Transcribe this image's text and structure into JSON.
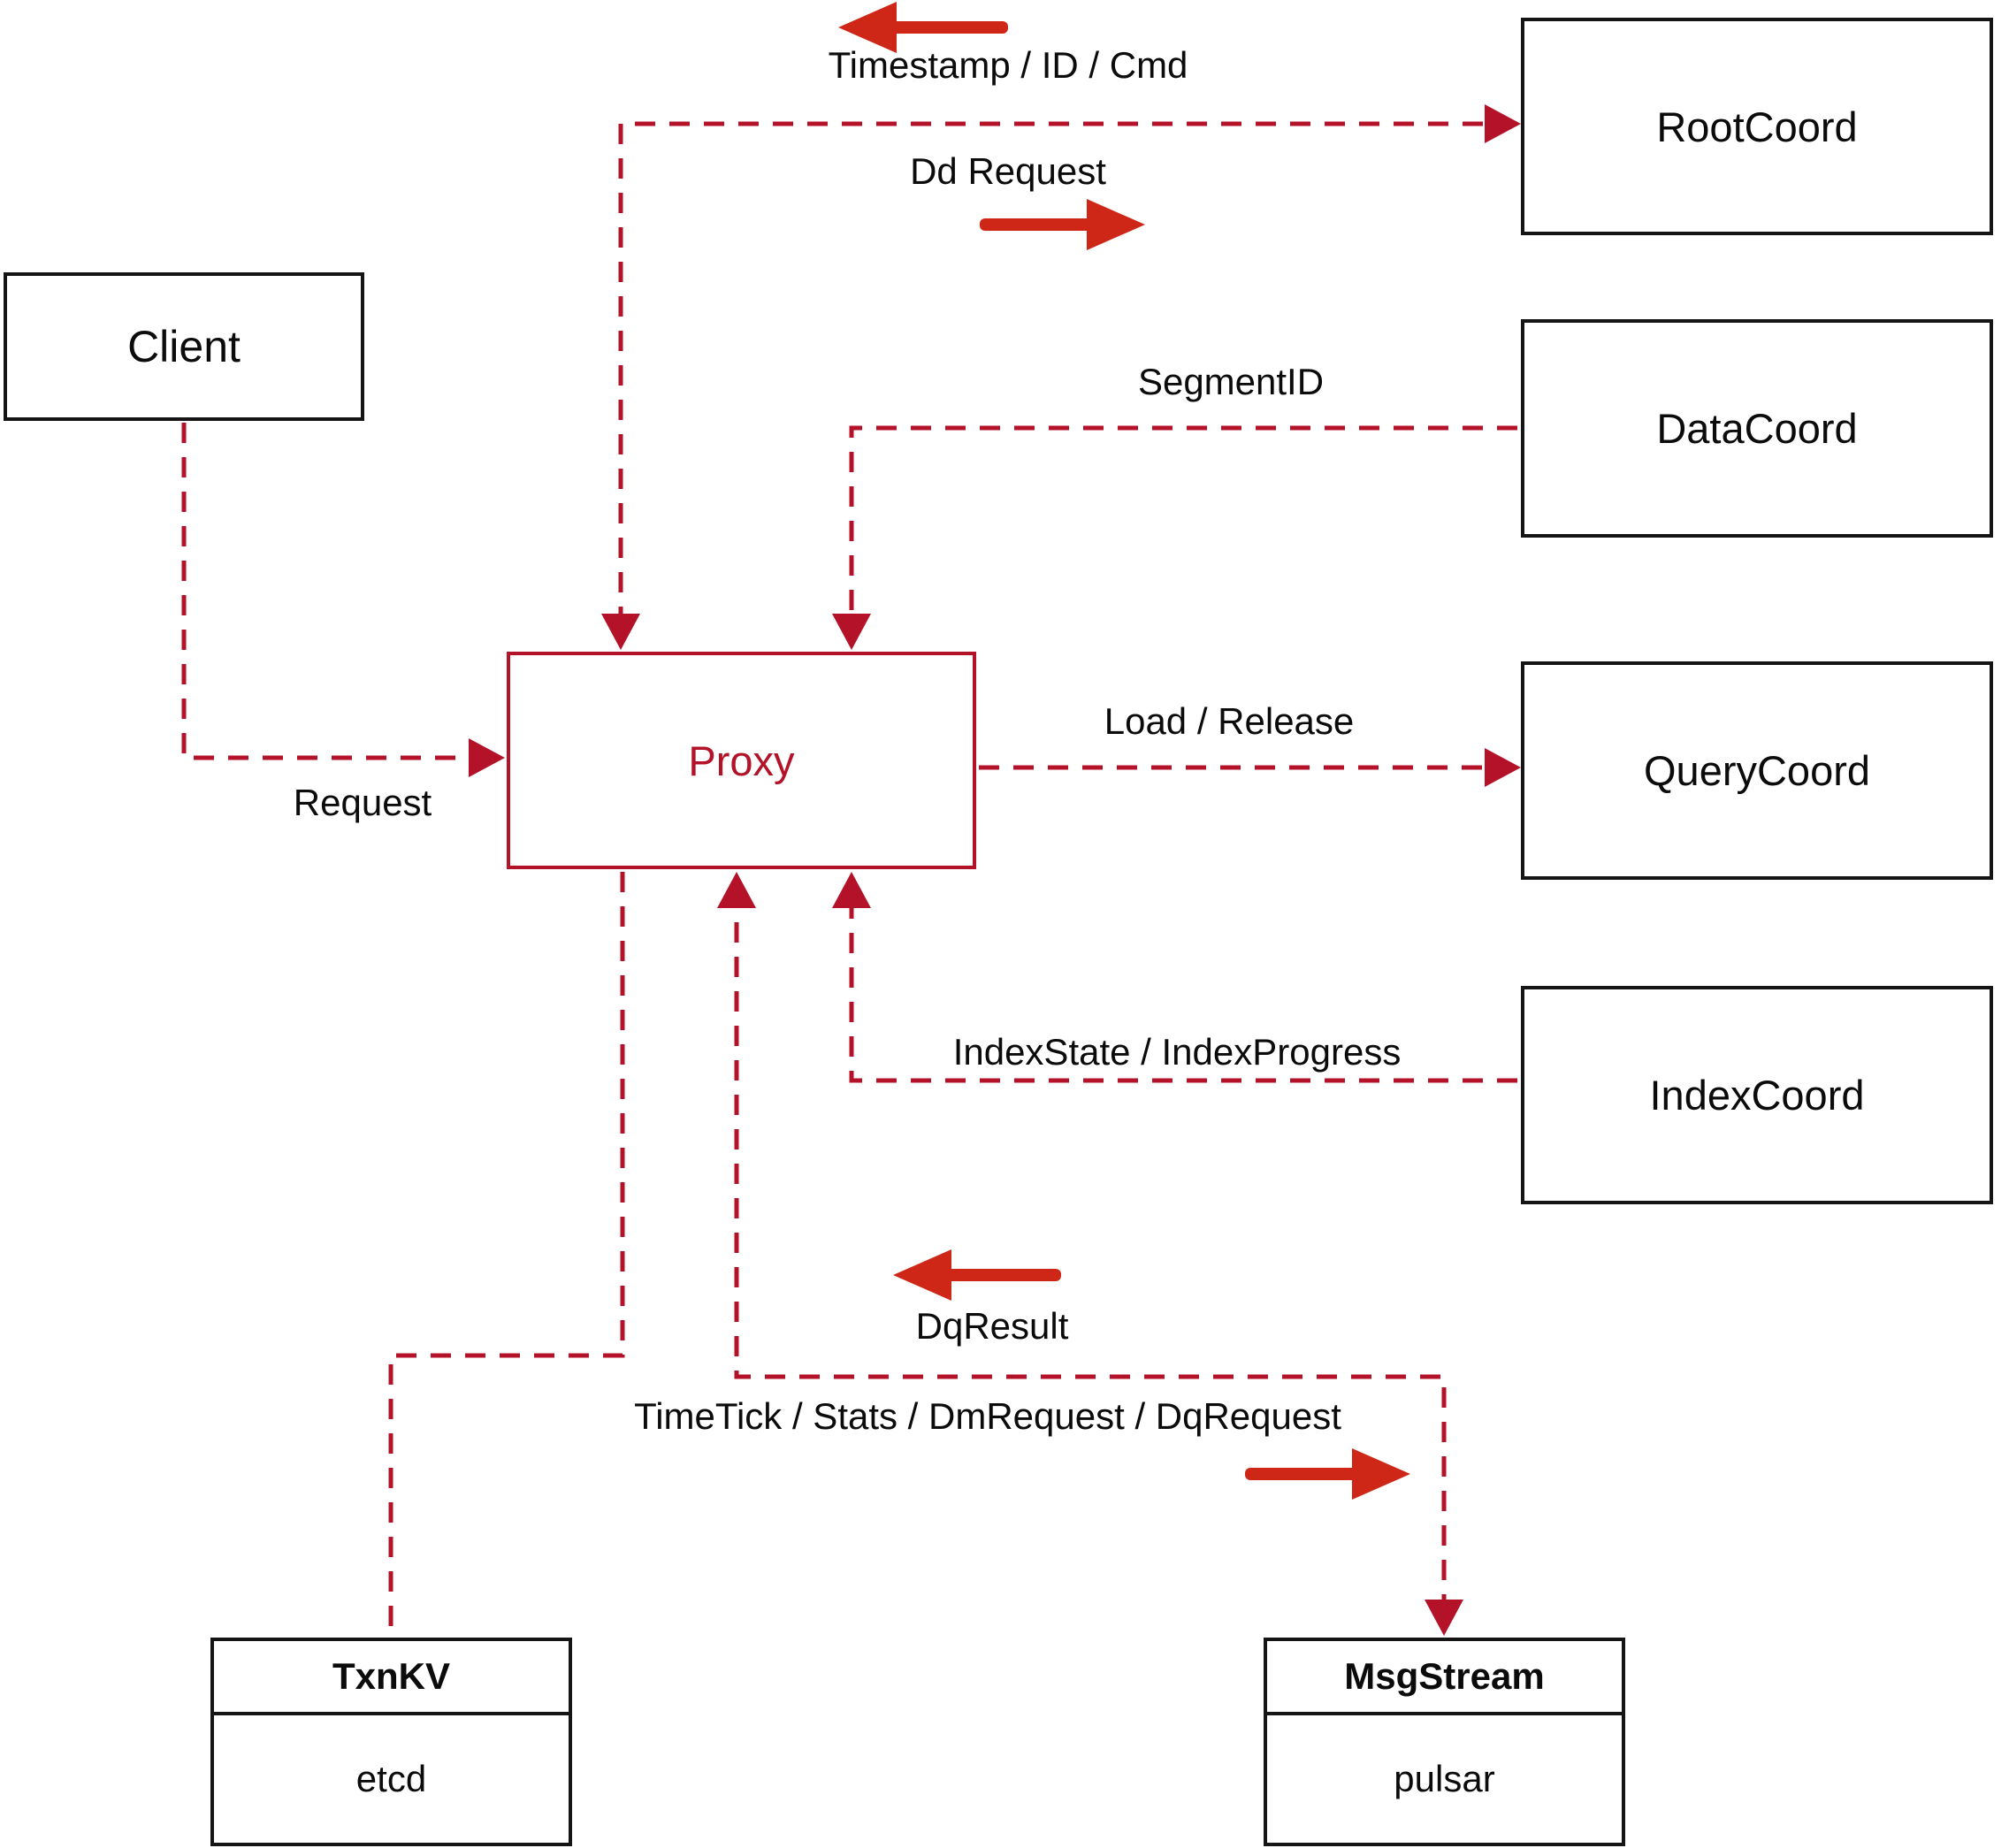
{
  "diagram": {
    "nodes": {
      "client": {
        "label": "Client"
      },
      "proxy": {
        "label": "Proxy"
      },
      "root_coord": {
        "label": "RootCoord"
      },
      "data_coord": {
        "label": "DataCoord"
      },
      "query_coord": {
        "label": "QueryCoord"
      },
      "index_coord": {
        "label": "IndexCoord"
      },
      "txn_kv": {
        "title": "TxnKV",
        "subtitle": "etcd"
      },
      "msg_stream": {
        "title": "MsgStream",
        "subtitle": "pulsar"
      }
    },
    "edge_labels": {
      "timestamp_id_cmd": "Timestamp / ID / Cmd",
      "dd_request": "Dd Request",
      "segment_id": "SegmentID",
      "load_release": "Load / Release",
      "index_state": "IndexState / IndexProgress",
      "request": "Request",
      "dq_result": "DqResult",
      "time_tick": "TimeTick / Stats / DmRequest / DqRequest"
    },
    "colors": {
      "line_crimson": "#b31229",
      "arrow_red": "#cf2717",
      "box_black": "#151515"
    }
  }
}
